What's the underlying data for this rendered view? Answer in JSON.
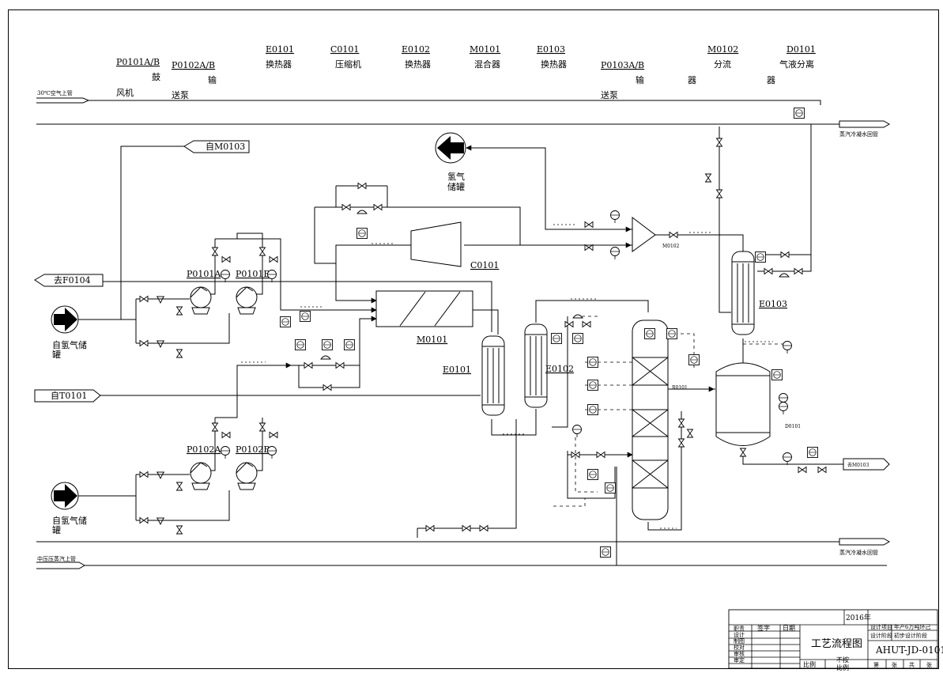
{
  "header_equipment": [
    {
      "tag": "P0101A/B",
      "words": [
        "鼓",
        "风机"
      ]
    },
    {
      "tag": "P0102A/B",
      "words": [
        "输",
        "送泵"
      ]
    },
    {
      "tag": "E0101",
      "words": [
        "换热器"
      ]
    },
    {
      "tag": "C0101",
      "words": [
        "压缩机"
      ]
    },
    {
      "tag": "E0102",
      "words": [
        "换热器"
      ]
    },
    {
      "tag": "M0101",
      "words": [
        "混合器"
      ]
    },
    {
      "tag": "E0103",
      "words": [
        "换热器"
      ]
    },
    {
      "tag": "P0103A/B",
      "words": [
        "输",
        "送泵"
      ]
    },
    {
      "tag": "M0102",
      "words": [
        "器",
        "分流"
      ]
    },
    {
      "tag": "D0101",
      "words": [
        "器",
        "气液分离"
      ]
    }
  ],
  "pipe_labels": {
    "air_line": "30℃空气上管",
    "condensate_top": "蒸汽冷凝水回管",
    "condensate_bottom": "蒸汽冷凝水回管",
    "steam_line": "中压压蒸汽上管",
    "from_m0103": "自M0103",
    "to_f0104": "去F0104",
    "from_t0101": "自T0101",
    "to_m0103": "去M0103"
  },
  "storage_labels": {
    "hydrogen_tank_out": [
      "氢气",
      "储罐"
    ],
    "tank_in_1": [
      "自氢气储",
      "罐"
    ],
    "tank_in_2": [
      "自氢气储",
      "罐"
    ]
  },
  "equipment_tags": {
    "p0101a": "P0101A",
    "p0101b": "P0101B",
    "p0102a": "P0102A",
    "p0102b": "P0102B",
    "c0101": "C0101",
    "m0101": "M0101",
    "m0102": "M0102",
    "e0101": "E0101",
    "e0102": "E0102",
    "e0103": "E0103",
    "r0101": "R0101",
    "d0101": "D0101"
  },
  "title_block": {
    "year": "2016年",
    "title": "工艺流程图",
    "scale_note": "不按",
    "scale_label": "比例",
    "project_label": "设计项目",
    "project_name": "年产6万吨环己",
    "stage_label": "设计阶段",
    "stage_value": "初步设计阶段",
    "drawing_no": "AHUT-JD-0101",
    "col_sign": "签字",
    "col_date": "日期",
    "roles": [
      "职责",
      "设计",
      "制图",
      "校对",
      "审核",
      "审定"
    ],
    "bottom_row": [
      "第",
      "张",
      "共",
      "张"
    ],
    "ratio_label": "比例"
  },
  "colors": {
    "ink": "#000000",
    "paper": "#ffffff",
    "fill_black": "#000000",
    "dash": "#000000"
  }
}
